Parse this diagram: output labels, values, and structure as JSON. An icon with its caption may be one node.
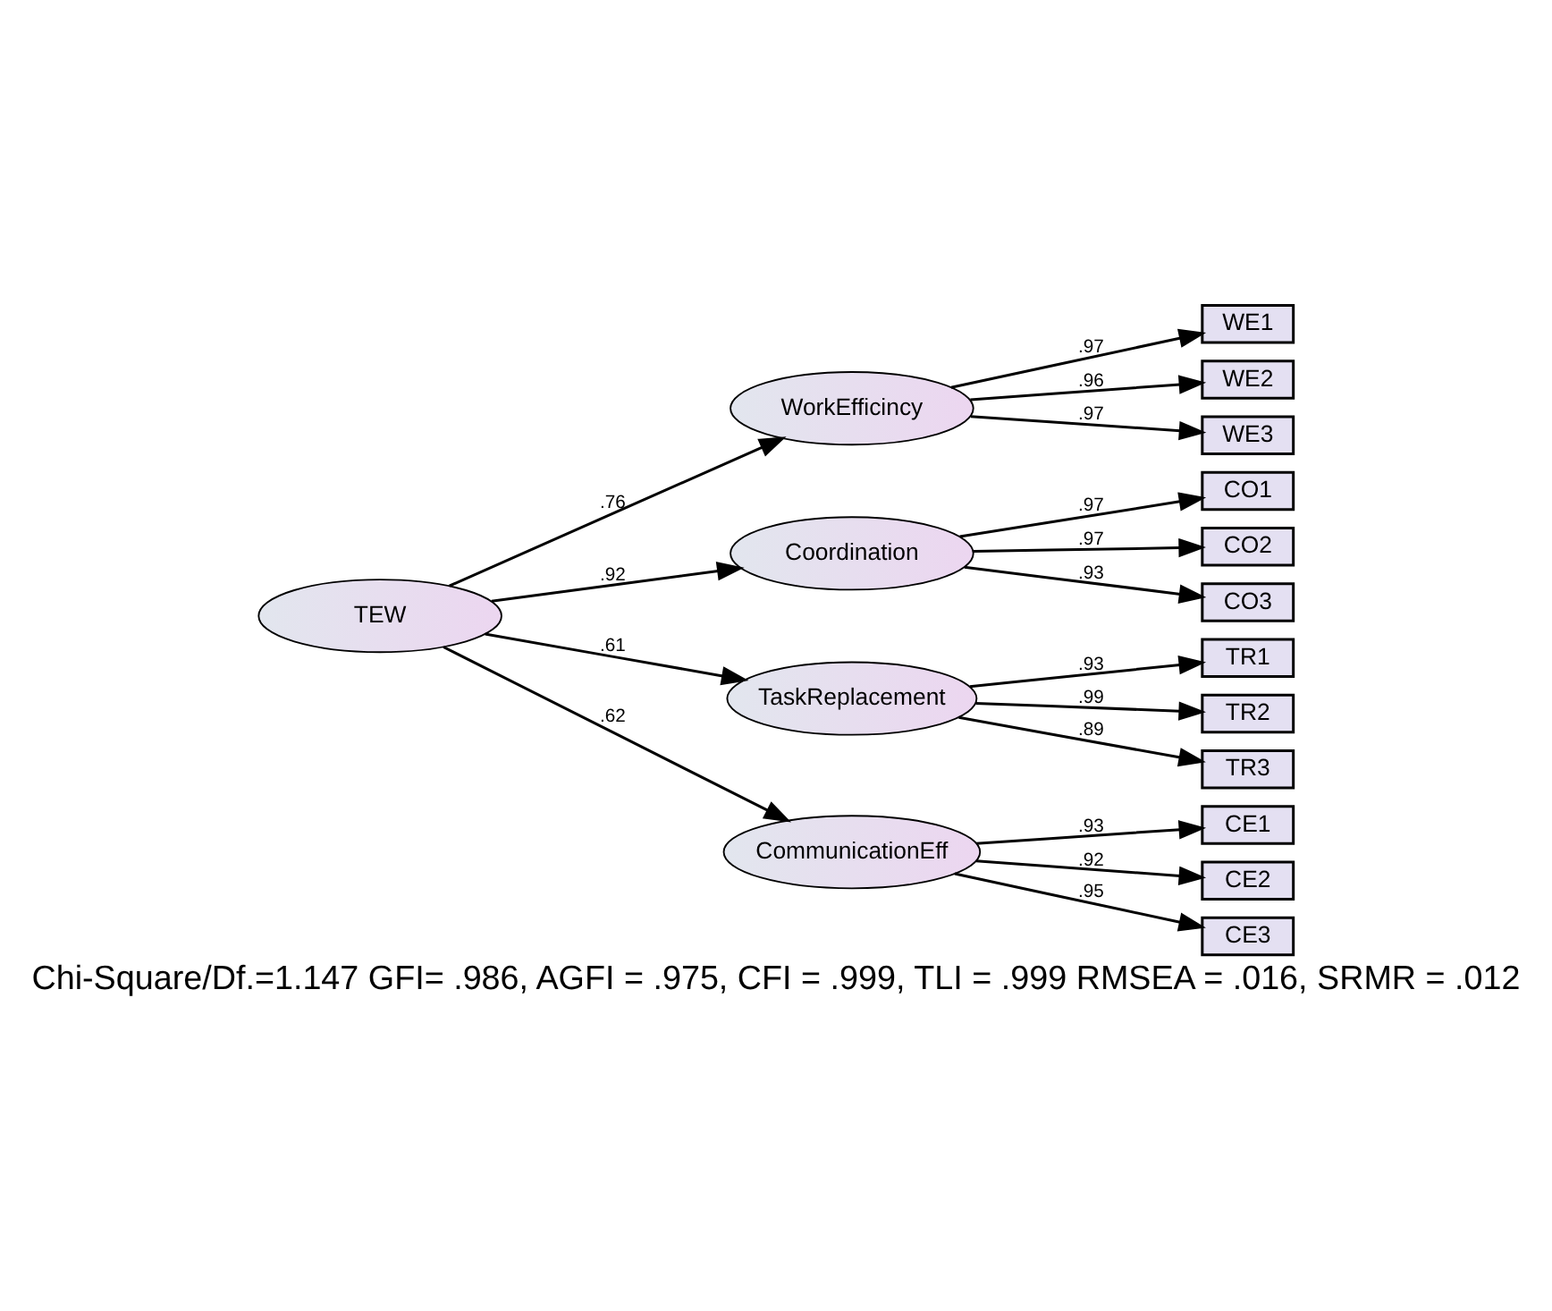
{
  "diagram": {
    "caption": "Chi-Square/Df.=1.147 GFI= .986, AGFI = .975, CFI = .999, TLI = .999 RMSEA = .016, SRMR = .012",
    "nodes": [
      {
        "text": [
          "TEW"
        ]
      },
      {
        "text": [
          "WorkEfficincy"
        ]
      },
      {
        "text": [
          "Coordination"
        ]
      },
      {
        "text": [
          "TaskReplacement"
        ]
      },
      {
        "text": [
          "CommunicationEff"
        ]
      },
      {
        "text": [
          "WE1"
        ]
      },
      {
        "text": [
          "WE2"
        ]
      },
      {
        "text": [
          "WE3"
        ]
      },
      {
        "text": [
          "CO1"
        ]
      },
      {
        "text": [
          "CO2"
        ]
      },
      {
        "text": [
          "CO3"
        ]
      },
      {
        "text": [
          "TR1"
        ]
      },
      {
        "text": [
          "TR2"
        ]
      },
      {
        "text": [
          "TR3"
        ]
      },
      {
        "text": [
          "CE1"
        ]
      },
      {
        "text": [
          "CE2"
        ]
      },
      {
        "text": [
          "CE3"
        ]
      }
    ],
    "edges": [
      {
        "from": 0,
        "to": 1,
        "arrow": "to",
        "label": ".76"
      },
      {
        "from": 0,
        "to": 2,
        "arrow": "to",
        "label": ".92"
      },
      {
        "from": 0,
        "to": 3,
        "arrow": "to",
        "label": ".61"
      },
      {
        "from": 0,
        "to": 4,
        "arrow": "to",
        "label": ".62"
      },
      {
        "from": 1,
        "to": 5,
        "arrow": "to",
        "label": ".97"
      },
      {
        "from": 1,
        "to": 6,
        "arrow": "to",
        "label": ".96"
      },
      {
        "from": 1,
        "to": 7,
        "arrow": "to",
        "label": ".97"
      },
      {
        "from": 2,
        "to": 8,
        "arrow": "to",
        "label": ".97"
      },
      {
        "from": 2,
        "to": 9,
        "arrow": "to",
        "label": ".97"
      },
      {
        "from": 2,
        "to": 10,
        "arrow": "to",
        "label": ".93"
      },
      {
        "from": 3,
        "to": 11,
        "arrow": "to",
        "label": ".93"
      },
      {
        "from": 3,
        "to": 12,
        "arrow": "to",
        "label": ".99"
      },
      {
        "from": 3,
        "to": 13,
        "arrow": "to",
        "label": ".89"
      },
      {
        "from": 4,
        "to": 14,
        "arrow": "to",
        "label": ".93"
      },
      {
        "from": 4,
        "to": 15,
        "arrow": "to",
        "label": ".92"
      },
      {
        "from": 4,
        "to": 16,
        "arrow": "to",
        "label": ".95"
      }
    ]
  }
}
